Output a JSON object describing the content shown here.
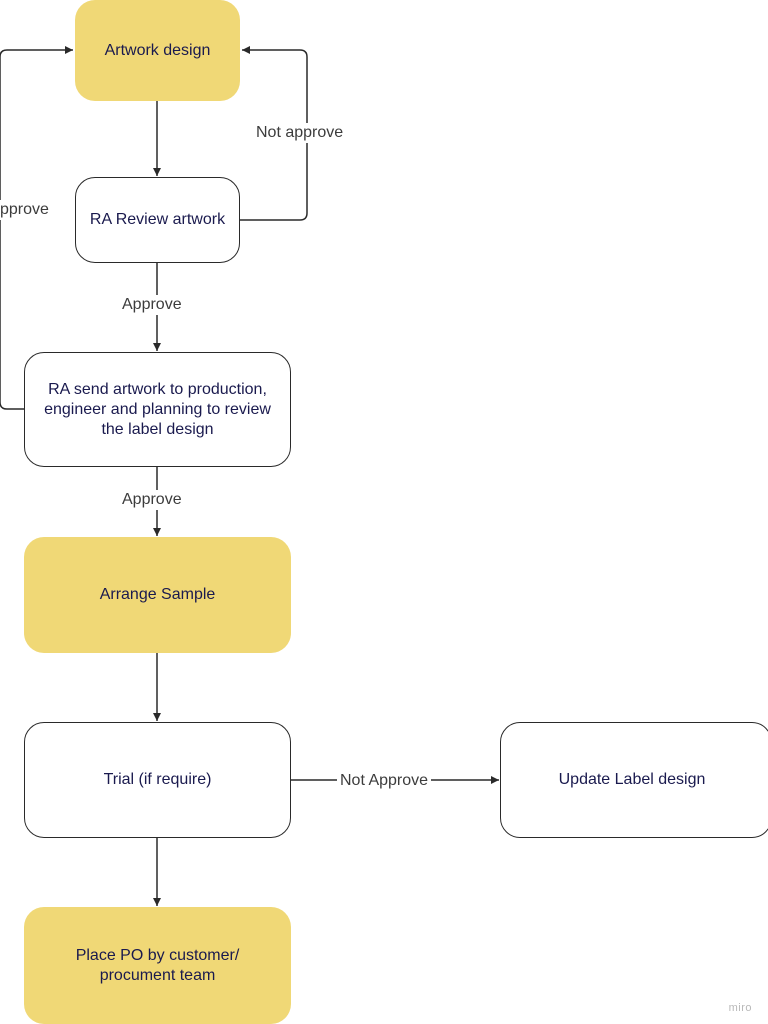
{
  "nodes": {
    "artwork_design": "Artwork design",
    "ra_review": "RA Review artwork",
    "ra_send": "RA send artwork to production, engineer and planning to review the label design",
    "arrange_sample": "Arrange Sample",
    "trial": "Trial (if require)",
    "update_label": "Update Label design",
    "place_po": "Place PO by customer/ procument team"
  },
  "edges": {
    "review_not_approve": "Not approve",
    "send_not_approve_partial": "pprove",
    "review_approve": "Approve",
    "send_approve": "Approve",
    "trial_not_approve": "Not Approve"
  },
  "watermark": "miro",
  "colors": {
    "process_fill": "#f0d876",
    "box_border": "#2a2a2a",
    "node_text": "#1a1a4e"
  }
}
